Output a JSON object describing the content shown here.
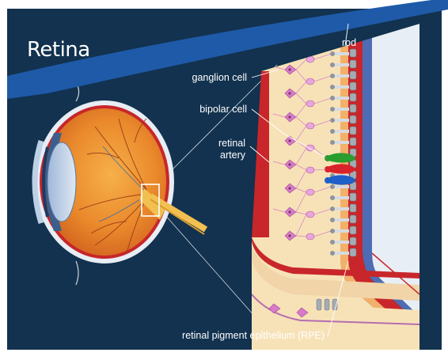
{
  "slide": {
    "title": "Retina",
    "background_color": "#12324f",
    "accent_swoosh_color": "#1f5aa8"
  },
  "labels": {
    "rod": "rod",
    "ganglion_cell": "ganglion cell",
    "bipolar_cell": "bipolar cell",
    "retinal_artery_line1": "retinal",
    "retinal_artery_line2": "artery",
    "rpe": "retinal pigment epithelium (RPE)"
  },
  "colors": {
    "ganglion": "#d77ac7",
    "retina_tissue": "#f7e2b8",
    "choroid": "#c8262a",
    "sclera": "#e9eef5",
    "cone_green": "#2a9d2f",
    "cone_red": "#d8232a",
    "cone_blue": "#1f5fc8",
    "rod_gray": "#9ca3ab",
    "eye_orange": "#e7892c"
  }
}
